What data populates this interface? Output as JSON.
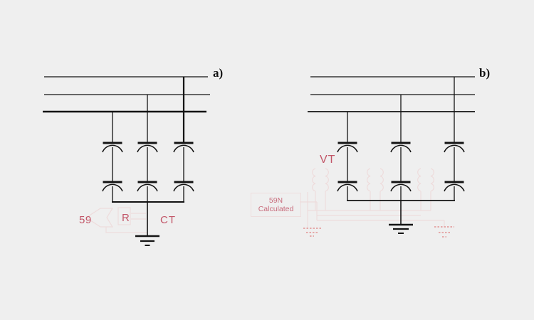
{
  "colors": {
    "background": "#efefef",
    "ink": "#131313",
    "label_red": "#c25668",
    "faint_pink": "#eedcdc",
    "faint_salmon": "#e29494"
  },
  "panel_a": {
    "caption": "a)",
    "relay_label": "59",
    "resistor_label": "R",
    "ct_label": "CT"
  },
  "panel_b": {
    "caption": "b)",
    "vt_label": "VT",
    "relay_box": {
      "line1": "59N",
      "line2": "Calculated"
    }
  }
}
